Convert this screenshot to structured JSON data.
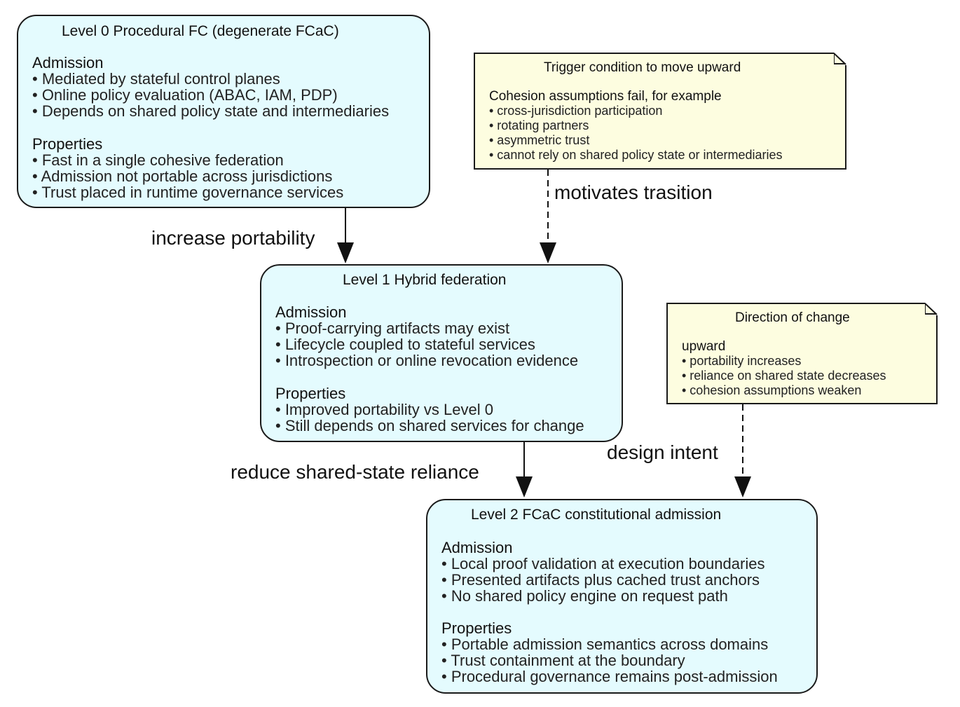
{
  "level0": {
    "title": "Level 0  Procedural FC (degenerate FCaC)",
    "admission_head": "Admission",
    "admission_items": [
      "• Mediated by stateful control planes",
      "• Online policy evaluation (ABAC, IAM, PDP)",
      "• Depends on shared policy state and intermediaries"
    ],
    "properties_head": "Properties",
    "properties_items": [
      "• Fast in a single cohesive federation",
      "• Admission not portable across jurisdictions",
      "• Trust placed in runtime governance services"
    ]
  },
  "level1": {
    "title": "Level 1  Hybrid federation",
    "admission_head": "Admission",
    "admission_items": [
      "• Proof-carrying artifacts may exist",
      "• Lifecycle coupled to stateful services",
      "• Introspection or online revocation evidence"
    ],
    "properties_head": "Properties",
    "properties_items": [
      "• Improved portability vs Level 0",
      "• Still depends on shared services for change"
    ]
  },
  "level2": {
    "title": "Level 2  FCaC constitutional admission",
    "admission_head": "Admission",
    "admission_items": [
      "• Local proof validation at execution boundaries",
      "• Presented artifacts plus cached trust anchors",
      "• No shared policy engine on request path"
    ],
    "properties_head": "Properties",
    "properties_items": [
      "• Portable admission semantics across domains",
      "• Trust containment at the boundary",
      "• Procedural governance remains post-admission"
    ]
  },
  "trigger_note": {
    "title": "Trigger condition to move upward",
    "head": "Cohesion assumptions fail, for example",
    "items": [
      "• cross-jurisdiction participation",
      "• rotating partners",
      "• asymmetric trust",
      "• cannot rely on shared policy state or intermediaries"
    ]
  },
  "direction_note": {
    "title": "Direction of change",
    "head": "upward",
    "items": [
      "• portability increases",
      "• reliance on shared state decreases",
      "• cohesion assumptions weaken"
    ]
  },
  "edges": {
    "l0_to_l1": "increase portability",
    "trigger_to_l1": "motivates trasition",
    "l1_to_l2": "reduce shared-state reliance",
    "direction_to_l2": "design intent"
  },
  "colors": {
    "box_fill": "#e4fbfe",
    "note_fill": "#fdfde0",
    "stroke": "#1a1a1a"
  }
}
